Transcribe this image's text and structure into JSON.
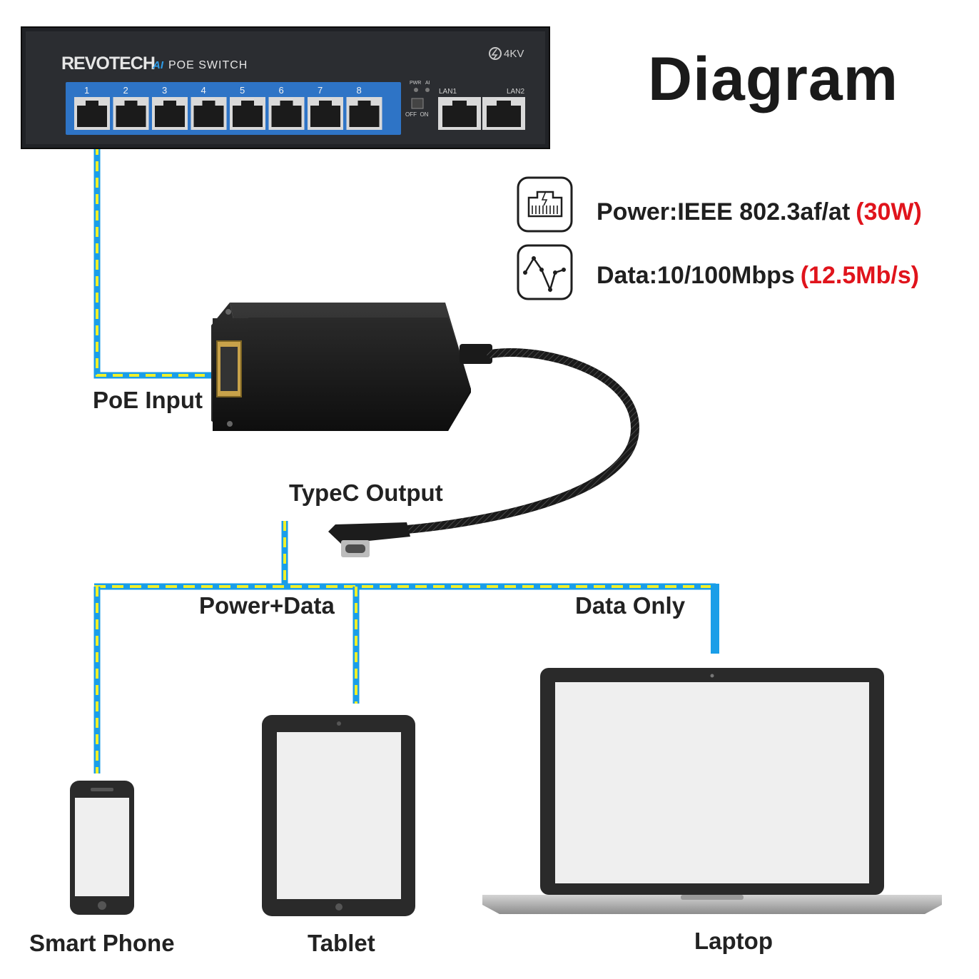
{
  "title": "Diagram",
  "switch": {
    "brand": "REVOTECH",
    "ai": "AI",
    "model": "POE SWITCH",
    "surge": "4KV",
    "ports": [
      "1",
      "2",
      "3",
      "4",
      "5",
      "6",
      "7",
      "8"
    ],
    "pwr": "PWR",
    "ai_led": "AI",
    "switch_label": "OFF  ON",
    "lan1": "LAN1",
    "lan2": "LAN2"
  },
  "specs": {
    "power_label": "Power:IEEE 802.3af/at",
    "power_value": "(30W)",
    "data_label": "Data:10/100Mbps",
    "data_value": "(12.5Mb/s)",
    "power_icon": "ethernet-port-icon",
    "data_icon": "signal-graph-icon"
  },
  "labels": {
    "poe_input": "PoE Input",
    "typec_output": "TypeC Output",
    "power_data": "Power+Data",
    "data_only": "Data Only"
  },
  "devices": {
    "phone": "Smart Phone",
    "tablet": "Tablet",
    "laptop": "Laptop"
  },
  "colors": {
    "cable_blue": "#1a9ee8",
    "cable_yellow": "#f0f02a",
    "switch_blue": "#2e74c6",
    "highlight_red": "#e0141c"
  }
}
